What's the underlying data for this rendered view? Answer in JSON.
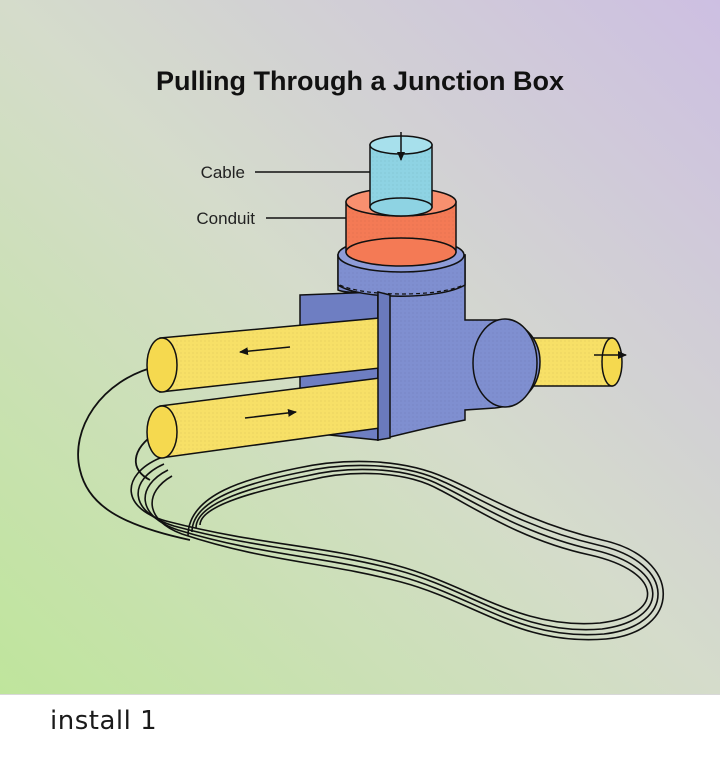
{
  "figure": {
    "title": "Pulling Through a Junction Box",
    "labels": {
      "cable": "Cable",
      "conduit": "Conduit"
    },
    "colors": {
      "cable": "#8ed3e3",
      "conduit": "#f47a55",
      "junction_box": "#7f8fd0",
      "pipe": "#f7e067",
      "outline": "#111111",
      "background_top": "#c9bedf",
      "background_bottom": "#bde39a"
    }
  },
  "caption": "install 1"
}
